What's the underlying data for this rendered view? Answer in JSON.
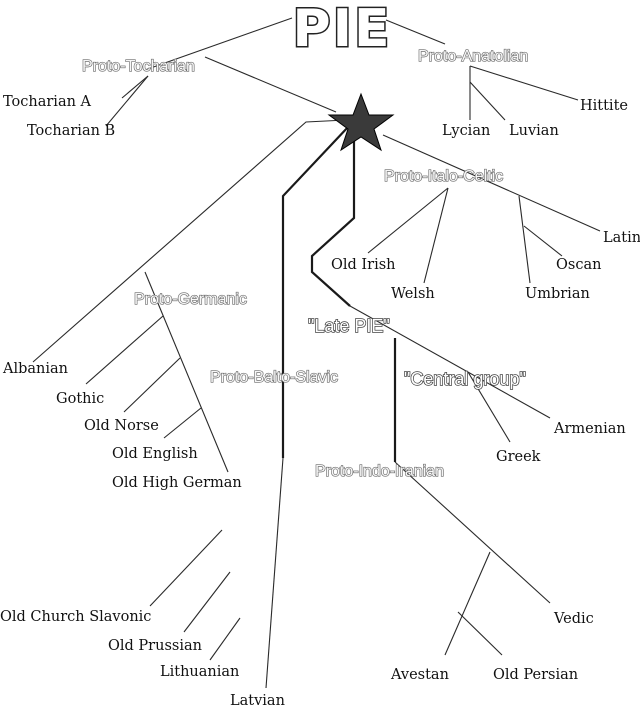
{
  "title": "PIE",
  "groups": {
    "proto_tocharian": "Proto-Tocharian",
    "proto_anatolian": "Proto-Anatolian",
    "proto_italo_celtic": "Proto-Italo-Celtic",
    "proto_germanic": "Proto-Germanic",
    "late_pie": "\"Late PIE\"",
    "proto_balto_slavic": "Proto-Balto-Slavic",
    "central_group": "\"Central group\"",
    "proto_indo_iranian": "Proto-Indo-Iranian"
  },
  "languages": {
    "tocharian_a": "Tocharian A",
    "tocharian_b": "Tocharian B",
    "lycian": "Lycian",
    "luvian": "Luvian",
    "hittite": "Hittite",
    "latin": "Latin",
    "old_irish": "Old Irish",
    "oscan": "Oscan",
    "welsh": "Welsh",
    "umbrian": "Umbrian",
    "albanian": "Albanian",
    "gothic": "Gothic",
    "old_norse": "Old Norse",
    "old_english": "Old English",
    "old_high_german": "Old High German",
    "armenian": "Armenian",
    "greek": "Greek",
    "old_church_slavonic": "Old Church Slavonic",
    "old_prussian": "Old Prussian",
    "lithuanian": "Lithuanian",
    "latvian": "Latvian",
    "vedic": "Vedic",
    "avestan": "Avestan",
    "old_persian": "Old Persian"
  }
}
